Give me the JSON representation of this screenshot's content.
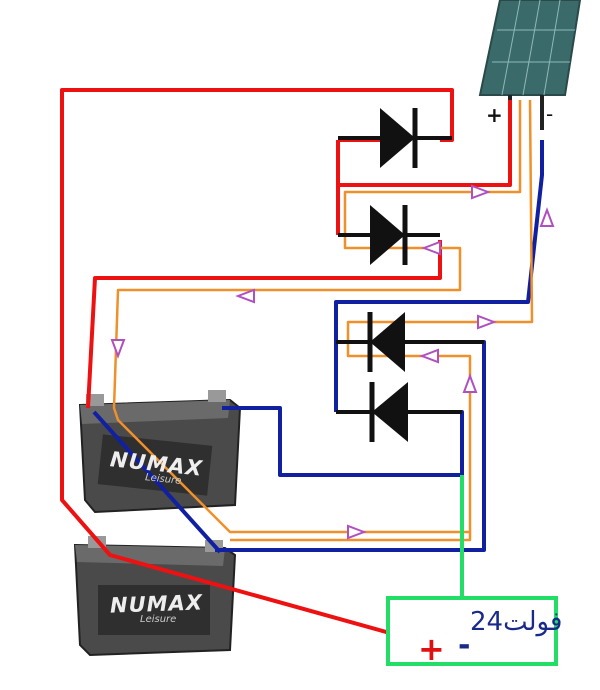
{
  "panel": {
    "plus_label": "+",
    "minus_label": "-"
  },
  "batteries": [
    {
      "brand": "NUMAX",
      "sub": "Leisure"
    },
    {
      "brand": "NUMAX",
      "sub": "Leisure"
    }
  ],
  "output": {
    "label": "24فولت",
    "plus_label": "+",
    "minus_label": "-"
  },
  "colors": {
    "positive_wire": "#ee1111",
    "negative_wire": "#1020a0",
    "charge_path": "#f0902a",
    "output_wire": "#22dd66",
    "current_arrow": "#b050c0",
    "diode": "#111111",
    "battery_body": "#4a4a4a",
    "solar_panel": "#3a6a6a",
    "output_box": "#22dd66"
  },
  "icons": [
    "solar-panel-icon",
    "diode-icon",
    "battery-icon",
    "arrow-icon"
  ]
}
